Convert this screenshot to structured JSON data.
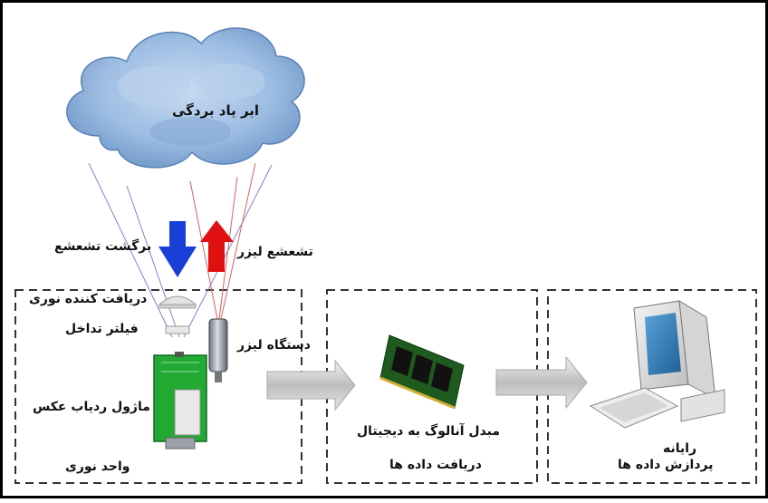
{
  "labels": {
    "cloud": "ابر یاد بردگی",
    "return_radiation": "برگشت تشعشع",
    "laser_radiation": "تشعشع لیزر",
    "optical_receiver": "دریافت کننده نوری",
    "interference_filter": "فیلتر تداخل",
    "laser_device": "دستگاه لیزر",
    "photo_detector_module": "ماژول ردیاب عکس",
    "optical_unit": "واحد نوری",
    "adc": "مبدل آنالوگ به دیجیتال",
    "data_acquisition": "دریافت داده ها",
    "computer": "رایانه",
    "data_processing": "پردازش داده ها"
  },
  "colors": {
    "return_arrow": "#1a3fd6",
    "laser_arrow": "#e01010",
    "circuit_board": "#22aa33",
    "cloud": "#8fb3dd"
  },
  "icons": [
    "cloud-icon",
    "detector-board-icon",
    "laser-tube-icon",
    "memory-module-icon",
    "computer-icon"
  ]
}
